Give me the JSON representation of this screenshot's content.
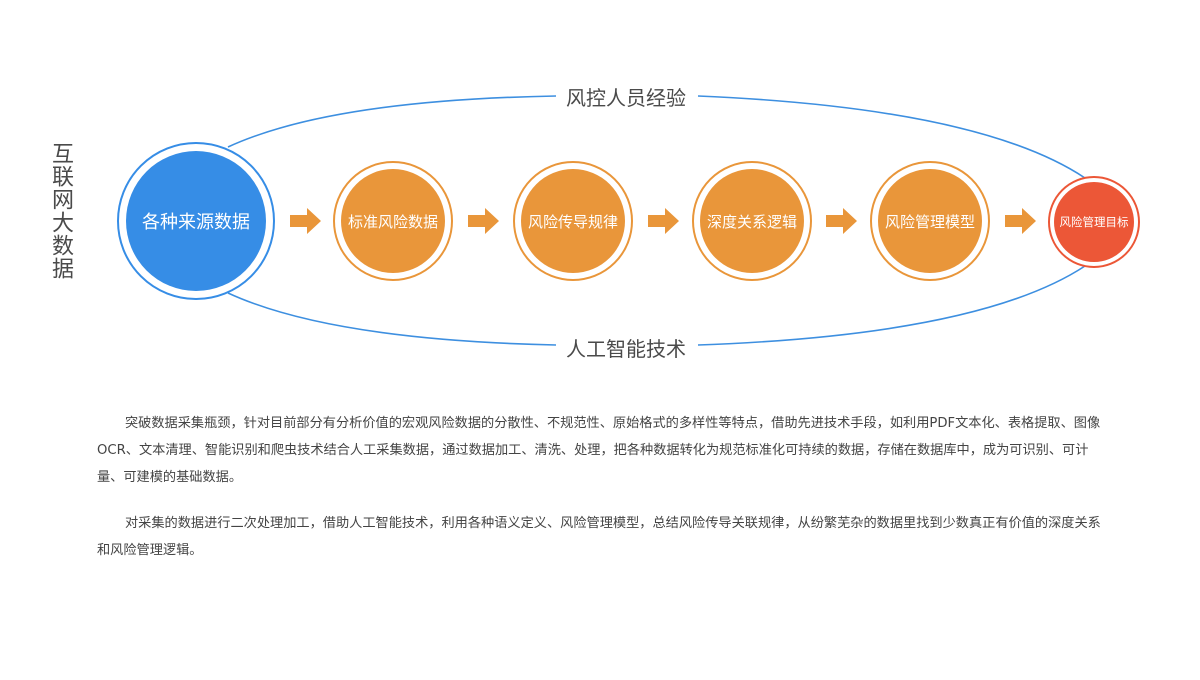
{
  "vertical_title": "互联网大数据",
  "top_label": "风控人员经验",
  "bottom_label": "人工智能技术",
  "nodes": [
    {
      "label": "各种来源数据",
      "color": "#368DE6"
    },
    {
      "label": "标准风险数据",
      "color": "#E9963A"
    },
    {
      "label": "风险传导规律",
      "color": "#E9963A"
    },
    {
      "label": "深度关系逻辑",
      "color": "#E9963A"
    },
    {
      "label": "风险管理模型",
      "color": "#E9963A"
    },
    {
      "label": "风险管理目标",
      "color": "#EC5737"
    }
  ],
  "arrow_color": "#E9963A",
  "line_color": "#3D8FE0",
  "paragraphs": [
    "突破数据采集瓶颈，针对目前部分有分析价值的宏观风险数据的分散性、不规范性、原始格式的多样性等特点，借助先进技术手段，如利用PDF文本化、表格提取、图像OCR、文本清理、智能识别和爬虫技术结合人工采集数据，通过数据加工、清洗、处理，把各种数据转化为规范标准化可持续的数据，存储在数据库中，成为可识别、可计量、可建模的基础数据。",
    "对采集的数据进行二次处理加工，借助人工智能技术，利用各种语义定义、风险管理模型，总结风险传导关联规律，从纷繁芜杂的数据里找到少数真正有价值的深度关系和风险管理逻辑。"
  ]
}
